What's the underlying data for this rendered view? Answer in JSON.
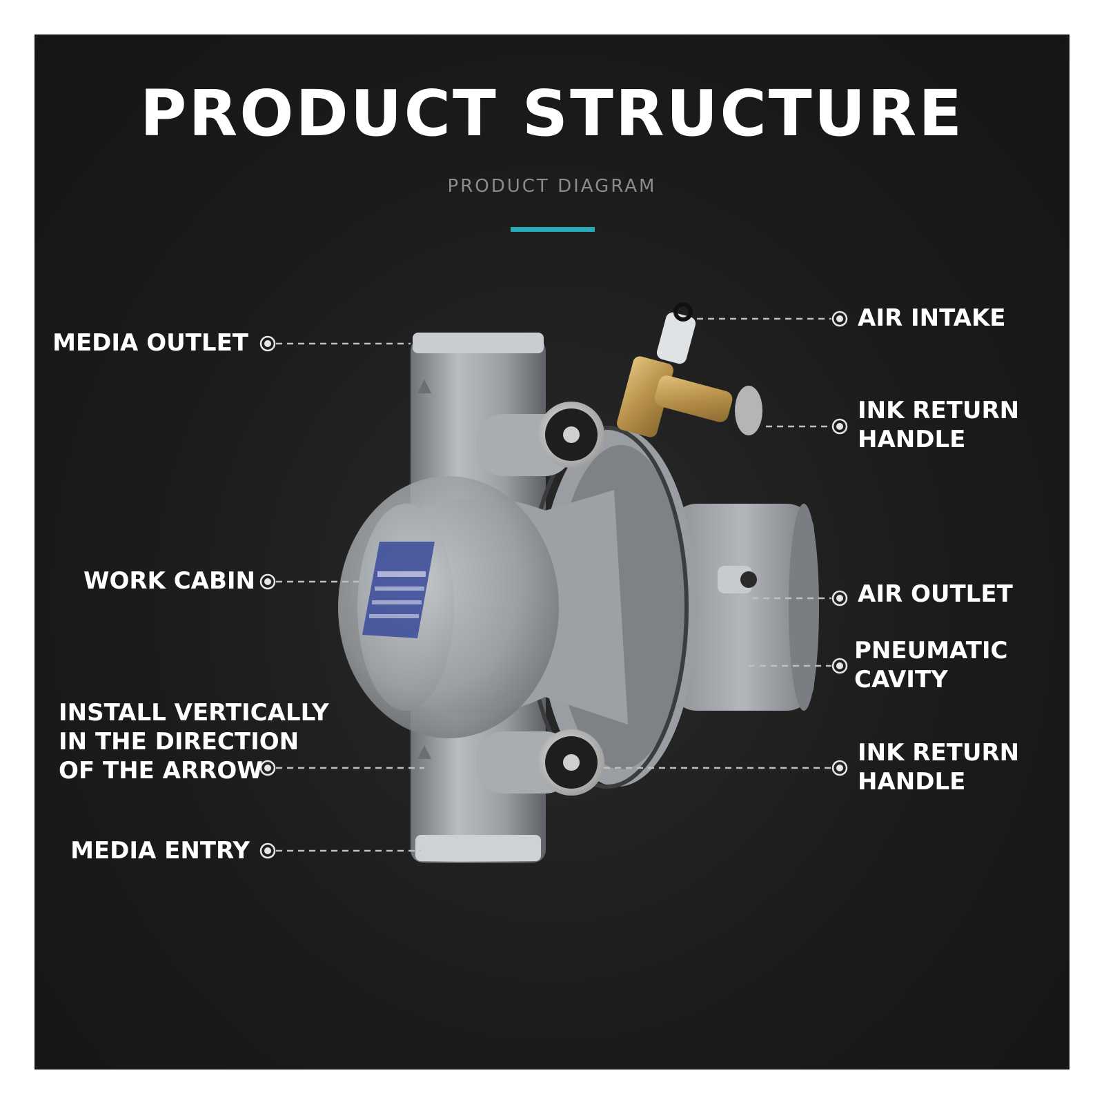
{
  "header": {
    "title": "PRODUCT STRUCTURE",
    "subtitle": "PRODUCT DIAGRAM"
  },
  "colors": {
    "background": "#1b1b1b",
    "accent": "#27a9b8",
    "label_text": "#ffffff",
    "subtitle_text": "#8c8c8c",
    "pump_body": "#9ea2a6",
    "brass": "#c9a45a"
  },
  "labels": {
    "media_outlet": "MEDIA OUTLET",
    "work_cabin": "WORK CABIN",
    "install_note": "INSTALL VERTICALLY\nIN THE DIRECTION\nOF THE ARROW",
    "media_entry": "MEDIA ENTRY",
    "air_intake": "AIR INTAKE",
    "ink_return_handle_top": "INK RETURN\nHANDLE",
    "air_outlet": "AIR OUTLET",
    "pneumatic_cavity": "PNEUMATIC\nCAVITY",
    "ink_return_handle_bottom": "INK RETURN\nHANDLE"
  }
}
